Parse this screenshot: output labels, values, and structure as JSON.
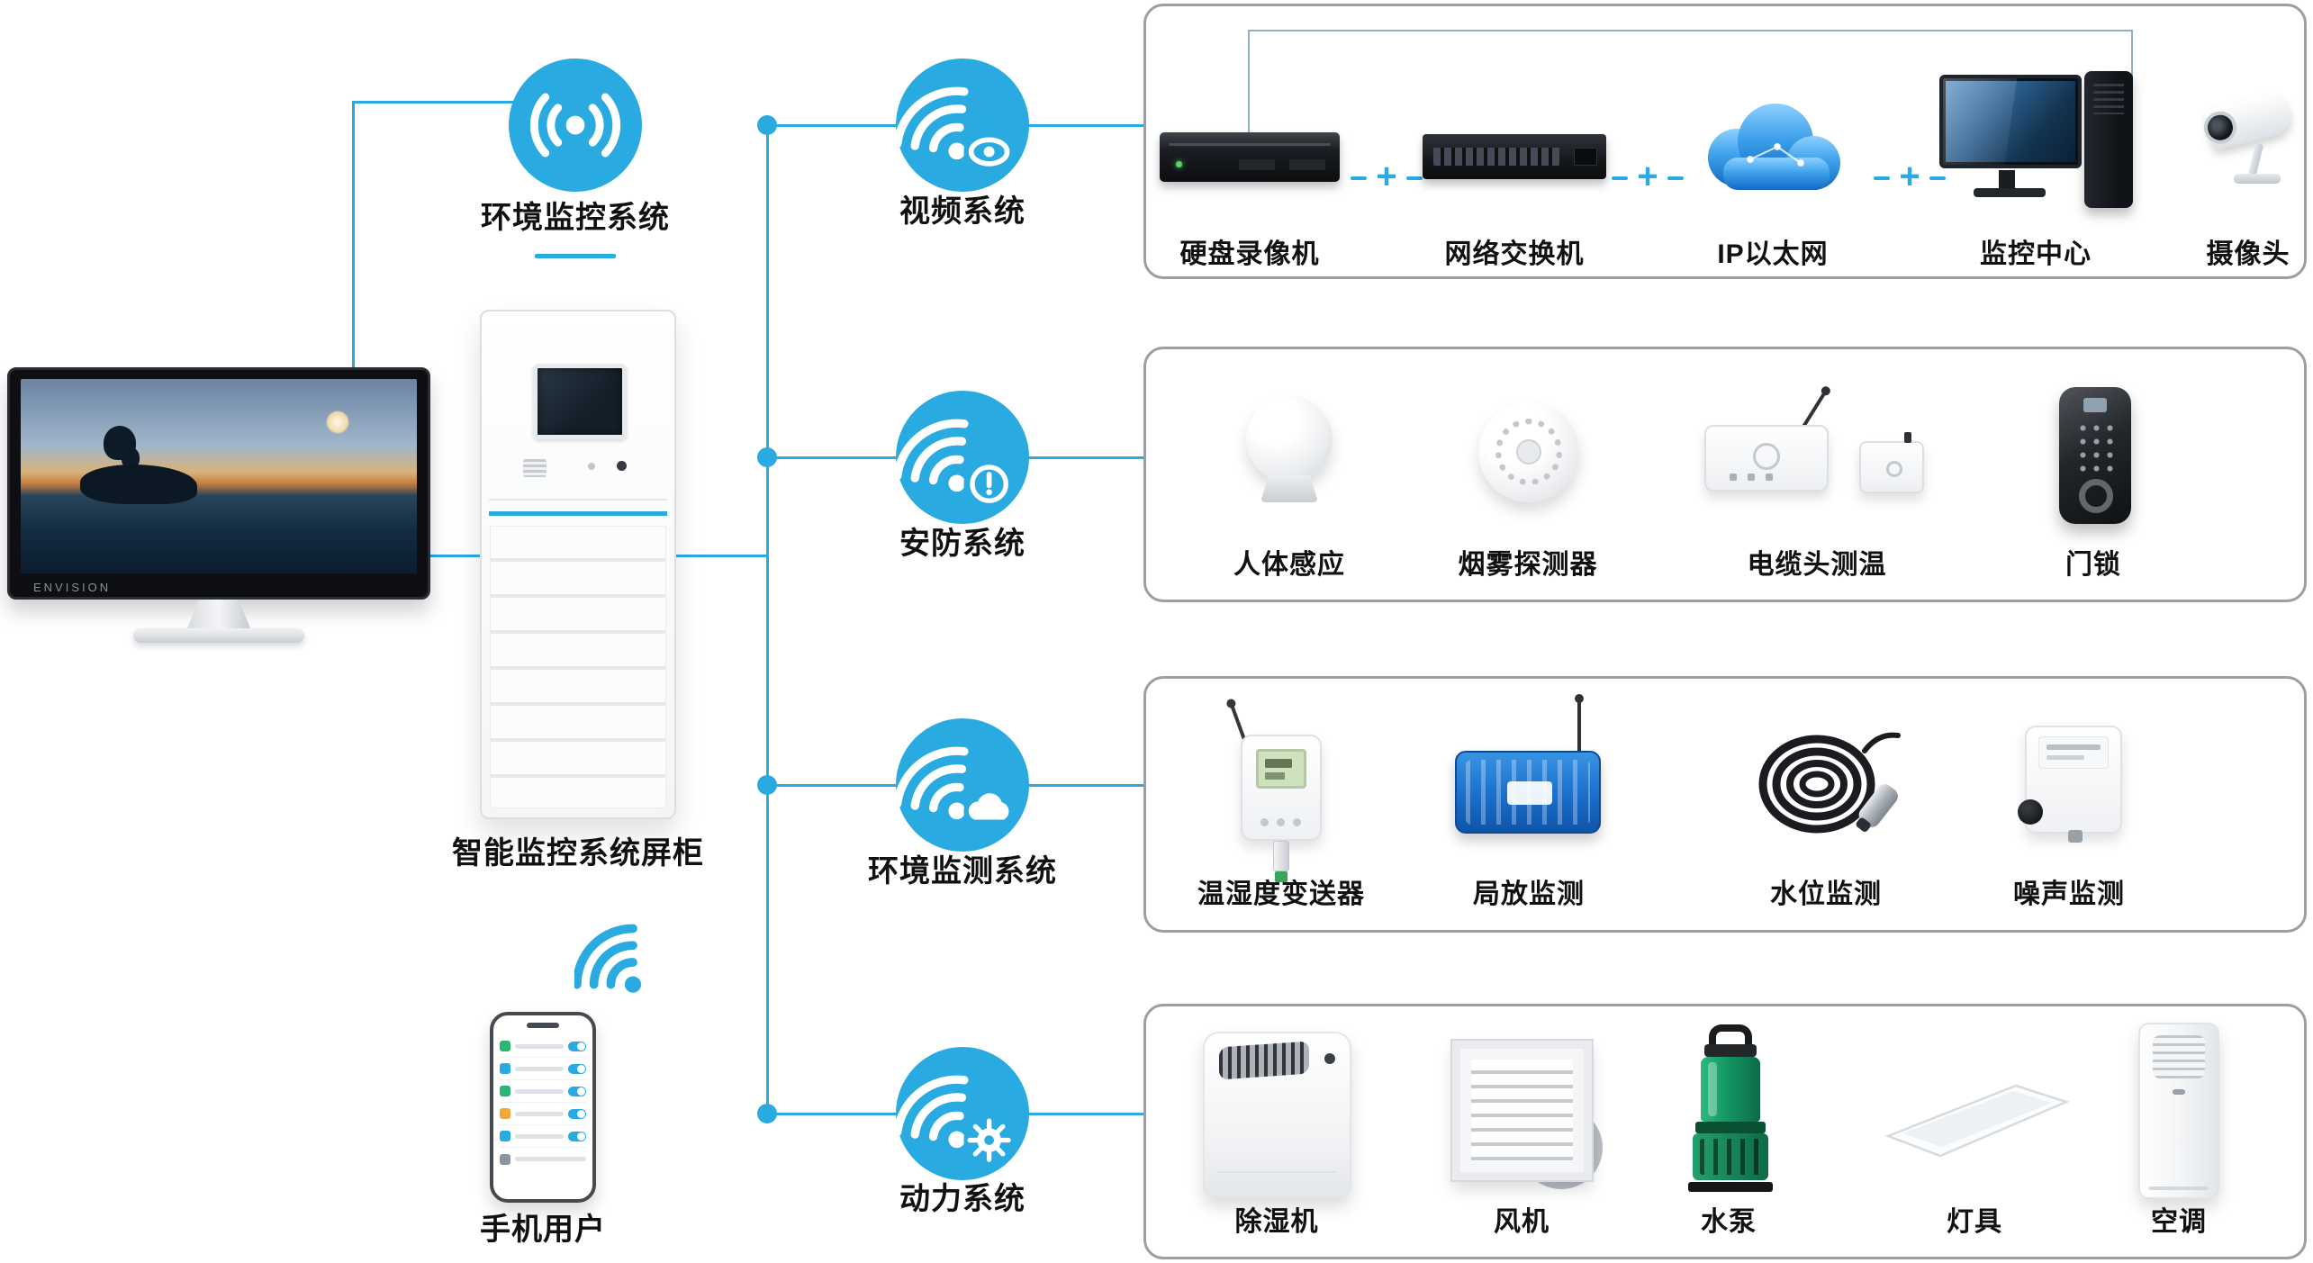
{
  "colors": {
    "accent": "#29abe2",
    "panel_border": "#9b9fa5"
  },
  "left_column": {
    "env_icon_label": "环境监控系统",
    "cabinet_label": "智能监控系统屏柜",
    "phone_label": "手机用户",
    "monitor_brand": "ENVISION"
  },
  "branches": [
    {
      "label": "视频系统"
    },
    {
      "label": "安防系统"
    },
    {
      "label": "环境监测系统"
    },
    {
      "label": "动力系统"
    }
  ],
  "panels": [
    {
      "system": "视频系统",
      "connector": "+",
      "items": [
        "硬盘录像机",
        "网络交换机",
        "IP以太网",
        "监控中心",
        "摄像头"
      ]
    },
    {
      "system": "安防系统",
      "items": [
        "人体感应",
        "烟雾探测器",
        "电缆头测温",
        "门锁"
      ]
    },
    {
      "system": "环境监测系统",
      "items": [
        "温湿度变送器",
        "局放监测",
        "水位监测",
        "噪声监测"
      ]
    },
    {
      "system": "动力系统",
      "items": [
        "除湿机",
        "风机",
        "水泵",
        "灯具",
        "空调"
      ]
    }
  ]
}
